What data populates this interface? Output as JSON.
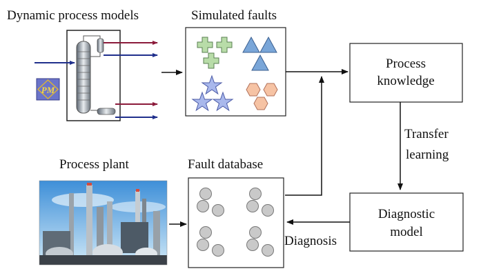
{
  "labels": {
    "dynamic_models": "Dynamic process models",
    "simulated_faults": "Simulated faults",
    "process_plant": "Process plant",
    "fault_database": "Fault database",
    "process_knowledge_line1": "Process",
    "process_knowledge_line2": "knowledge",
    "transfer_line1": "Transfer",
    "transfer_line2": "learning",
    "diagnostic_line1": "Diagnostic",
    "diagnostic_line2": "model",
    "diagnosis": "Diagnosis",
    "pm_logo": "PM"
  },
  "colors": {
    "cross_fill": "#b8dca8",
    "triangle_fill": "#7aa6d8",
    "star_fill": "#a9b8ec",
    "hexagon_fill": "#f6c3a4",
    "circle_fill": "#c9c9c9",
    "stream_in": "#1f2f8c",
    "stream_red": "#8b1a3a",
    "stream_blue": "#1f2f8c",
    "sky_top": "#3e8fd8",
    "sky_bottom": "#bfe0f5"
  },
  "icons": {
    "pm_logo": "pm-logo-icon",
    "column": "distillation-column-icon",
    "plant": "refinery-photo"
  }
}
